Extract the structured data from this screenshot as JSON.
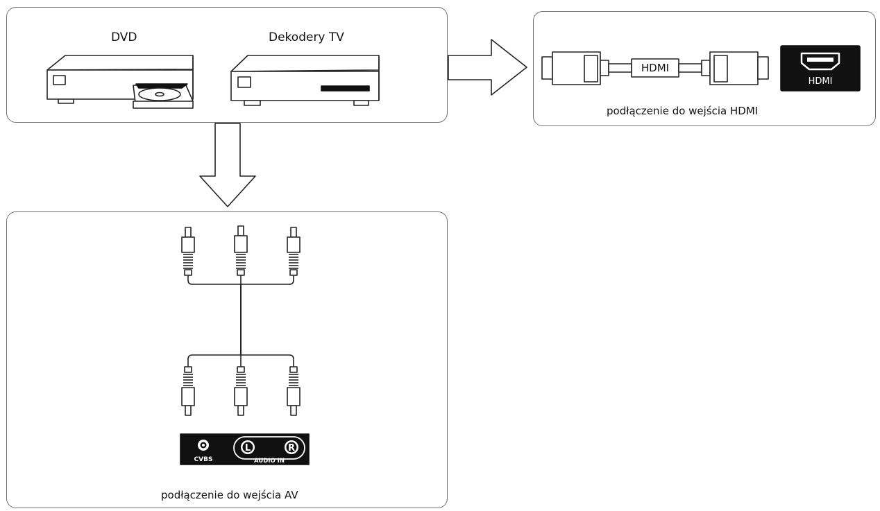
{
  "sources": {
    "dvd_label": "DVD",
    "decoder_label": "Dekodery TV"
  },
  "hdmi_panel": {
    "cable_label": "HDMI",
    "port_label": "HDMI",
    "caption": "podłączenie do wejścia HDMI"
  },
  "av_panel": {
    "cvbs_label": "CVBS",
    "left_label": "L",
    "right_label": "R",
    "audio_in_label": "AUDIO IN",
    "caption": "podłączenie do wejścia AV"
  }
}
